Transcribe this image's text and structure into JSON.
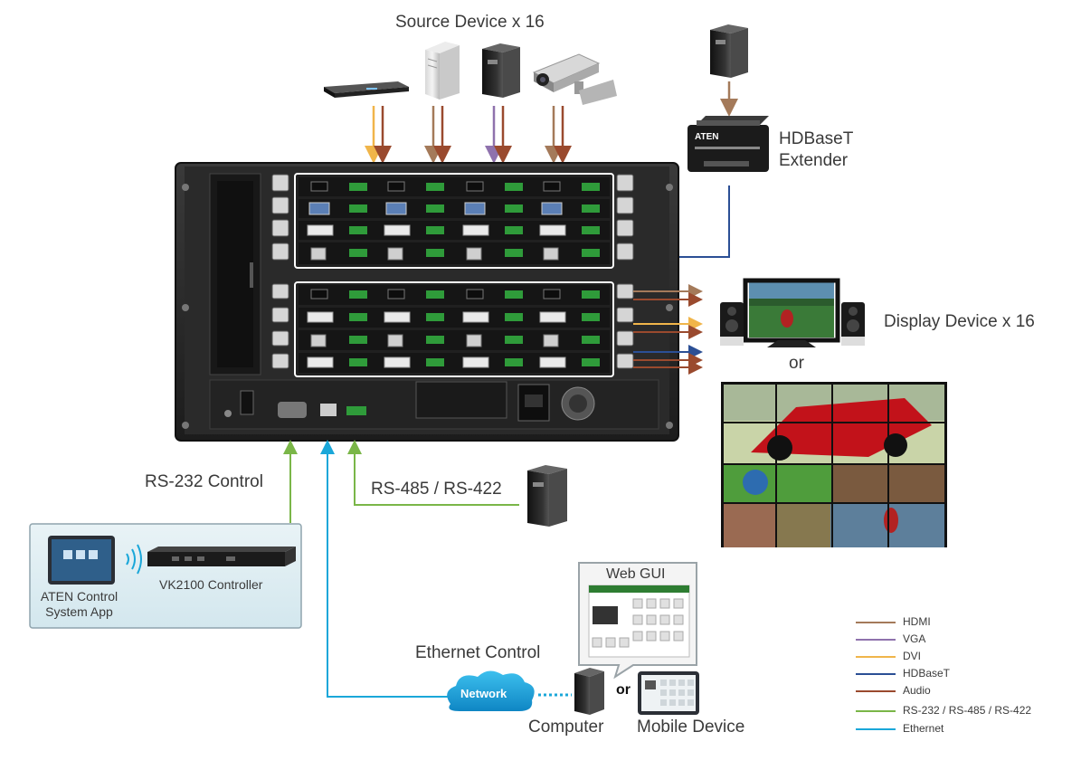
{
  "labels": {
    "source_devices": "Source Device x 16",
    "hdbaset_extender": [
      "HDBaseT",
      "Extender"
    ],
    "display_devices": "Display Device x 16",
    "or_display": "or",
    "rs232_control": "RS-232 Control",
    "rs485_422": "RS-485 / RS-422",
    "aten_app": [
      "ATEN Control",
      "System App"
    ],
    "vk2100": "VK2100 Controller",
    "web_gui": "Web GUI",
    "ethernet_control": "Ethernet Control",
    "network": "Network",
    "or_device": "or",
    "computer": "Computer",
    "mobile_device": "Mobile Device",
    "aten_brand": "ATEN"
  },
  "legend": [
    {
      "name": "HDMI",
      "color": "#a47a5a"
    },
    {
      "name": "VGA",
      "color": "#8f72ad"
    },
    {
      "name": "DVI",
      "color": "#f0b54a"
    },
    {
      "name": "HDBaseT",
      "color": "#2b4f95"
    },
    {
      "name": "Audio",
      "color": "#9a4a2e"
    },
    {
      "name": "RS-232 / RS-485 / RS-422",
      "color": "#7ab648"
    },
    {
      "name": "Ethernet",
      "color": "#1aa7d9"
    }
  ],
  "icons": [
    "blu-ray-player-icon",
    "tower-pc-icon",
    "small-pc-icon",
    "security-camera-icon",
    "hdbaset-extender-icon",
    "matrix-switch-chassis-icon",
    "monitor-with-speakers-icon",
    "video-wall-icon",
    "tablet-icon",
    "controller-box-icon",
    "wifi-signal-icon",
    "network-cloud-icon",
    "computer-icon",
    "web-gui-screen-icon",
    "mobile-device-icon"
  ]
}
